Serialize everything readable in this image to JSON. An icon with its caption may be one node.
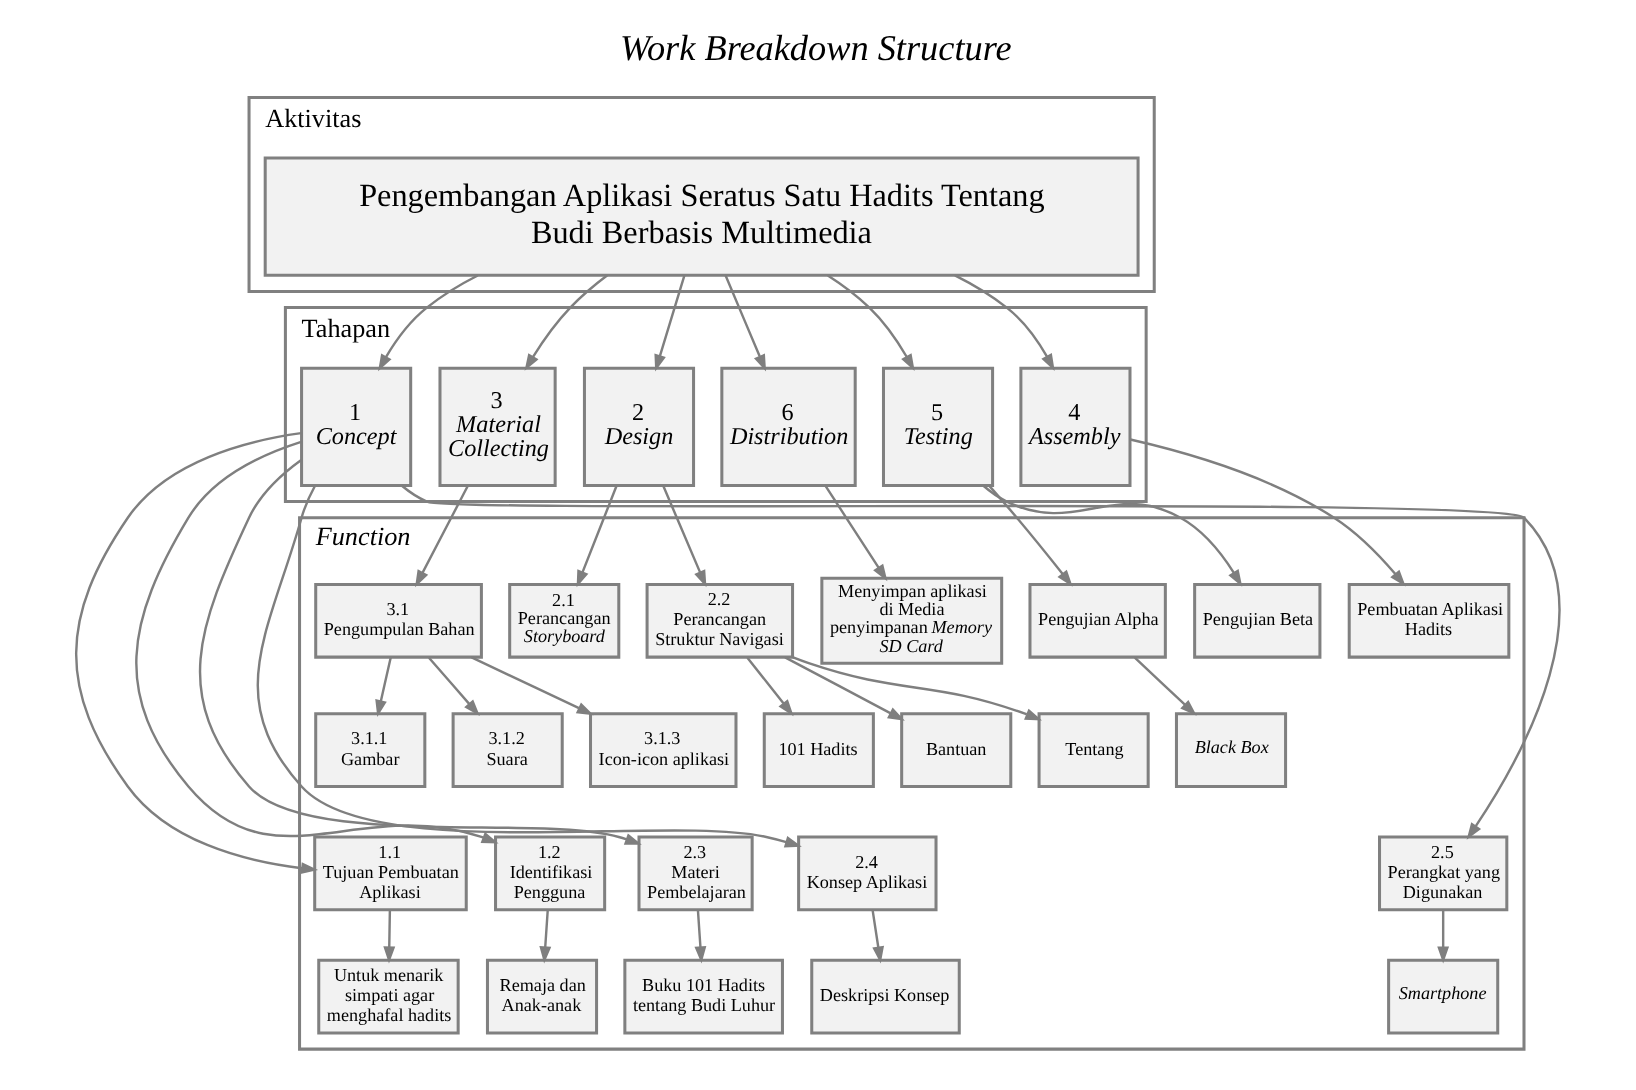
{
  "diagram": {
    "title": "Work Breakdown Structure",
    "nodes": [
      {
        "text": [
          "Aktivitas"
        ]
      },
      {
        "text": [
          "Pengembangan Aplikasi Seratus Satu Hadits Tentang Budi Berbasis Multimedia"
        ],
        "in": 0
      },
      {
        "text": [
          "Tahapan"
        ]
      },
      {
        "text": [
          "1",
          "Concept"
        ],
        "in": 2
      },
      {
        "text": [
          "2",
          "Design"
        ],
        "in": 2
      },
      {
        "text": [
          "3",
          "Material Collecting"
        ],
        "in": 2
      },
      {
        "text": [
          "4",
          "Assembly"
        ],
        "in": 2
      },
      {
        "text": [
          "5",
          "Testing"
        ],
        "in": 2
      },
      {
        "text": [
          "6",
          "Distribution"
        ],
        "in": 2
      },
      {
        "text": [
          "Function"
        ]
      },
      {
        "text": [
          "2.1",
          "Perancangan *Storyboard*"
        ],
        "in": 9
      },
      {
        "text": [
          "2.2",
          "Perancangan Struktur Navigasi"
        ],
        "in": 9
      },
      {
        "text": [
          "3.1",
          "Pengumpulan Bahan"
        ],
        "in": 9
      },
      {
        "text": [
          "Pembuatan Aplikasi Hadits"
        ],
        "in": 9
      },
      {
        "text": [
          "Pengujian Alpha"
        ],
        "in": 9
      },
      {
        "text": [
          "Pengujian Beta"
        ],
        "in": 9
      },
      {
        "text": [
          "Menyimpan aplikasi di Media penyimpanan *Memory SD Card*"
        ],
        "in": 9
      },
      {
        "text": [
          "101 Hadits"
        ],
        "in": 9
      },
      {
        "text": [
          "Bantuan"
        ],
        "in": 9
      },
      {
        "text": [
          "Tentang"
        ],
        "in": 9
      },
      {
        "text": [
          "3.1.1",
          "Gambar"
        ],
        "in": 9
      },
      {
        "text": [
          "3.1.2",
          "Suara"
        ],
        "in": 9
      },
      {
        "text": [
          "3.1.3",
          "Icon-icon aplikasi"
        ],
        "in": 9
      },
      {
        "text": [
          "Black Box"
        ],
        "in": 9
      },
      {
        "text": [
          "1.1",
          "Tujuan Pembuatan Aplikasi"
        ],
        "in": 9
      },
      {
        "text": [
          "1.2",
          "Identifikasi Pengguna"
        ],
        "in": 9
      },
      {
        "text": [
          "2.3",
          "Materi Pembelajaran"
        ],
        "in": 9
      },
      {
        "text": [
          "2.4",
          "Konsep Aplikasi"
        ],
        "in": 9
      },
      {
        "text": [
          "2.5",
          "Perangkat yang Digunakan"
        ],
        "in": 9
      },
      {
        "text": [
          "Untuk menarik simpati agar menghafal hadits"
        ],
        "in": 9
      },
      {
        "text": [
          "Remaja dan Anak-anak"
        ],
        "in": 9
      },
      {
        "text": [
          "Buku 101 Hadits tentang Budi Luhur"
        ],
        "in": 9
      },
      {
        "text": [
          "Deskripsi Konsep"
        ],
        "in": 9
      },
      {
        "text": [
          "Smartphone"
        ],
        "in": 9
      }
    ],
    "edges": [
      {
        "from": 1,
        "to": 3,
        "arrow": "to"
      },
      {
        "from": 1,
        "to": 4,
        "arrow": "to"
      },
      {
        "from": 1,
        "to": 5,
        "arrow": "to"
      },
      {
        "from": 1,
        "to": 6,
        "arrow": "to"
      },
      {
        "from": 1,
        "to": 7,
        "arrow": "to"
      },
      {
        "from": 1,
        "to": 8,
        "arrow": "to"
      },
      {
        "from": 4,
        "to": 10,
        "arrow": "to"
      },
      {
        "from": 4,
        "to": 11,
        "arrow": "to"
      },
      {
        "from": 5,
        "to": 12,
        "arrow": "to"
      },
      {
        "from": 6,
        "to": 13,
        "arrow": "to"
      },
      {
        "from": 7,
        "to": 14,
        "arrow": "to"
      },
      {
        "from": 7,
        "to": 15,
        "arrow": "to"
      },
      {
        "from": 8,
        "to": 16,
        "arrow": "to"
      },
      {
        "from": 11,
        "to": 17,
        "arrow": "to"
      },
      {
        "from": 11,
        "to": 18,
        "arrow": "to"
      },
      {
        "from": 11,
        "to": 19,
        "arrow": "to"
      },
      {
        "from": 12,
        "to": 20,
        "arrow": "to"
      },
      {
        "from": 12,
        "to": 21,
        "arrow": "to"
      },
      {
        "from": 12,
        "to": 22,
        "arrow": "to"
      },
      {
        "from": 14,
        "to": 23,
        "arrow": "to"
      },
      {
        "from": 3,
        "to": 24,
        "arrow": "to"
      },
      {
        "from": 3,
        "to": 25,
        "arrow": "to"
      },
      {
        "from": 3,
        "to": 26,
        "arrow": "to"
      },
      {
        "from": 3,
        "to": 27,
        "arrow": "to"
      },
      {
        "from": 3,
        "to": 28,
        "arrow": "to"
      },
      {
        "from": 24,
        "to": 29,
        "arrow": "to"
      },
      {
        "from": 25,
        "to": 30,
        "arrow": "to"
      },
      {
        "from": 26,
        "to": 31,
        "arrow": "to"
      },
      {
        "from": 27,
        "to": 32,
        "arrow": "to"
      },
      {
        "from": 28,
        "to": 33,
        "arrow": "to"
      }
    ]
  }
}
